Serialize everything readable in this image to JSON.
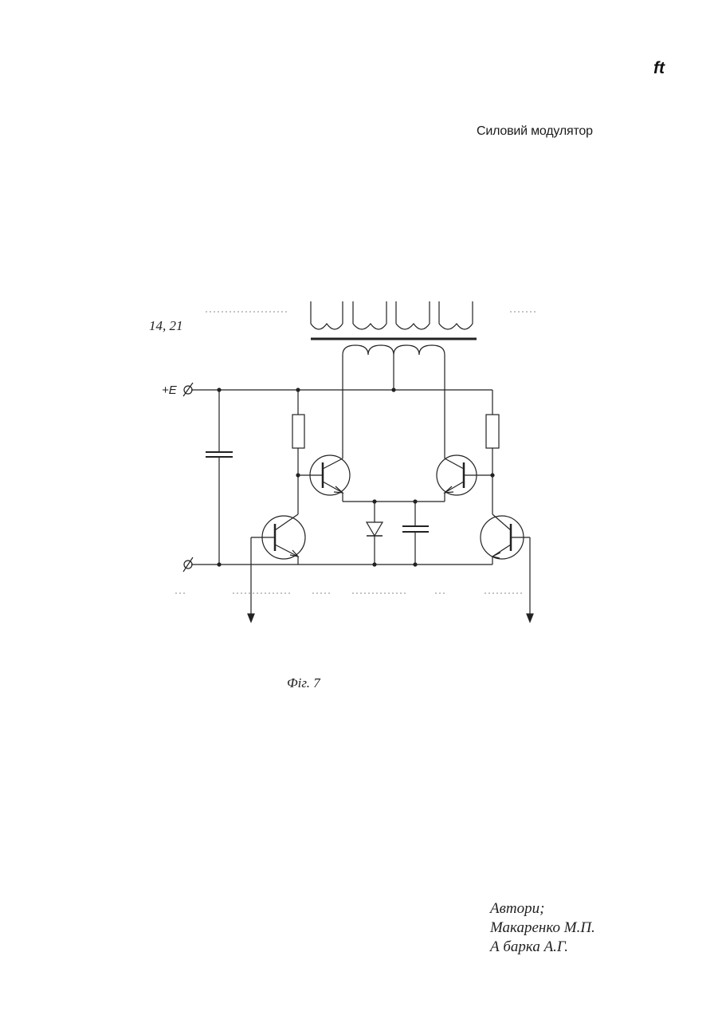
{
  "page": {
    "corner_mark": "ft",
    "title": "Силовий модулятор",
    "ref_label": "14, 21",
    "figure_caption": "Фіг. 7",
    "authors": {
      "heading": "Автори;",
      "names": [
        "Макаренко М.П.",
        "А барка А.Г."
      ]
    }
  },
  "schematic": {
    "supply_terminal_label": "+E",
    "ground_terminal_symbol": "ϕ"
  }
}
